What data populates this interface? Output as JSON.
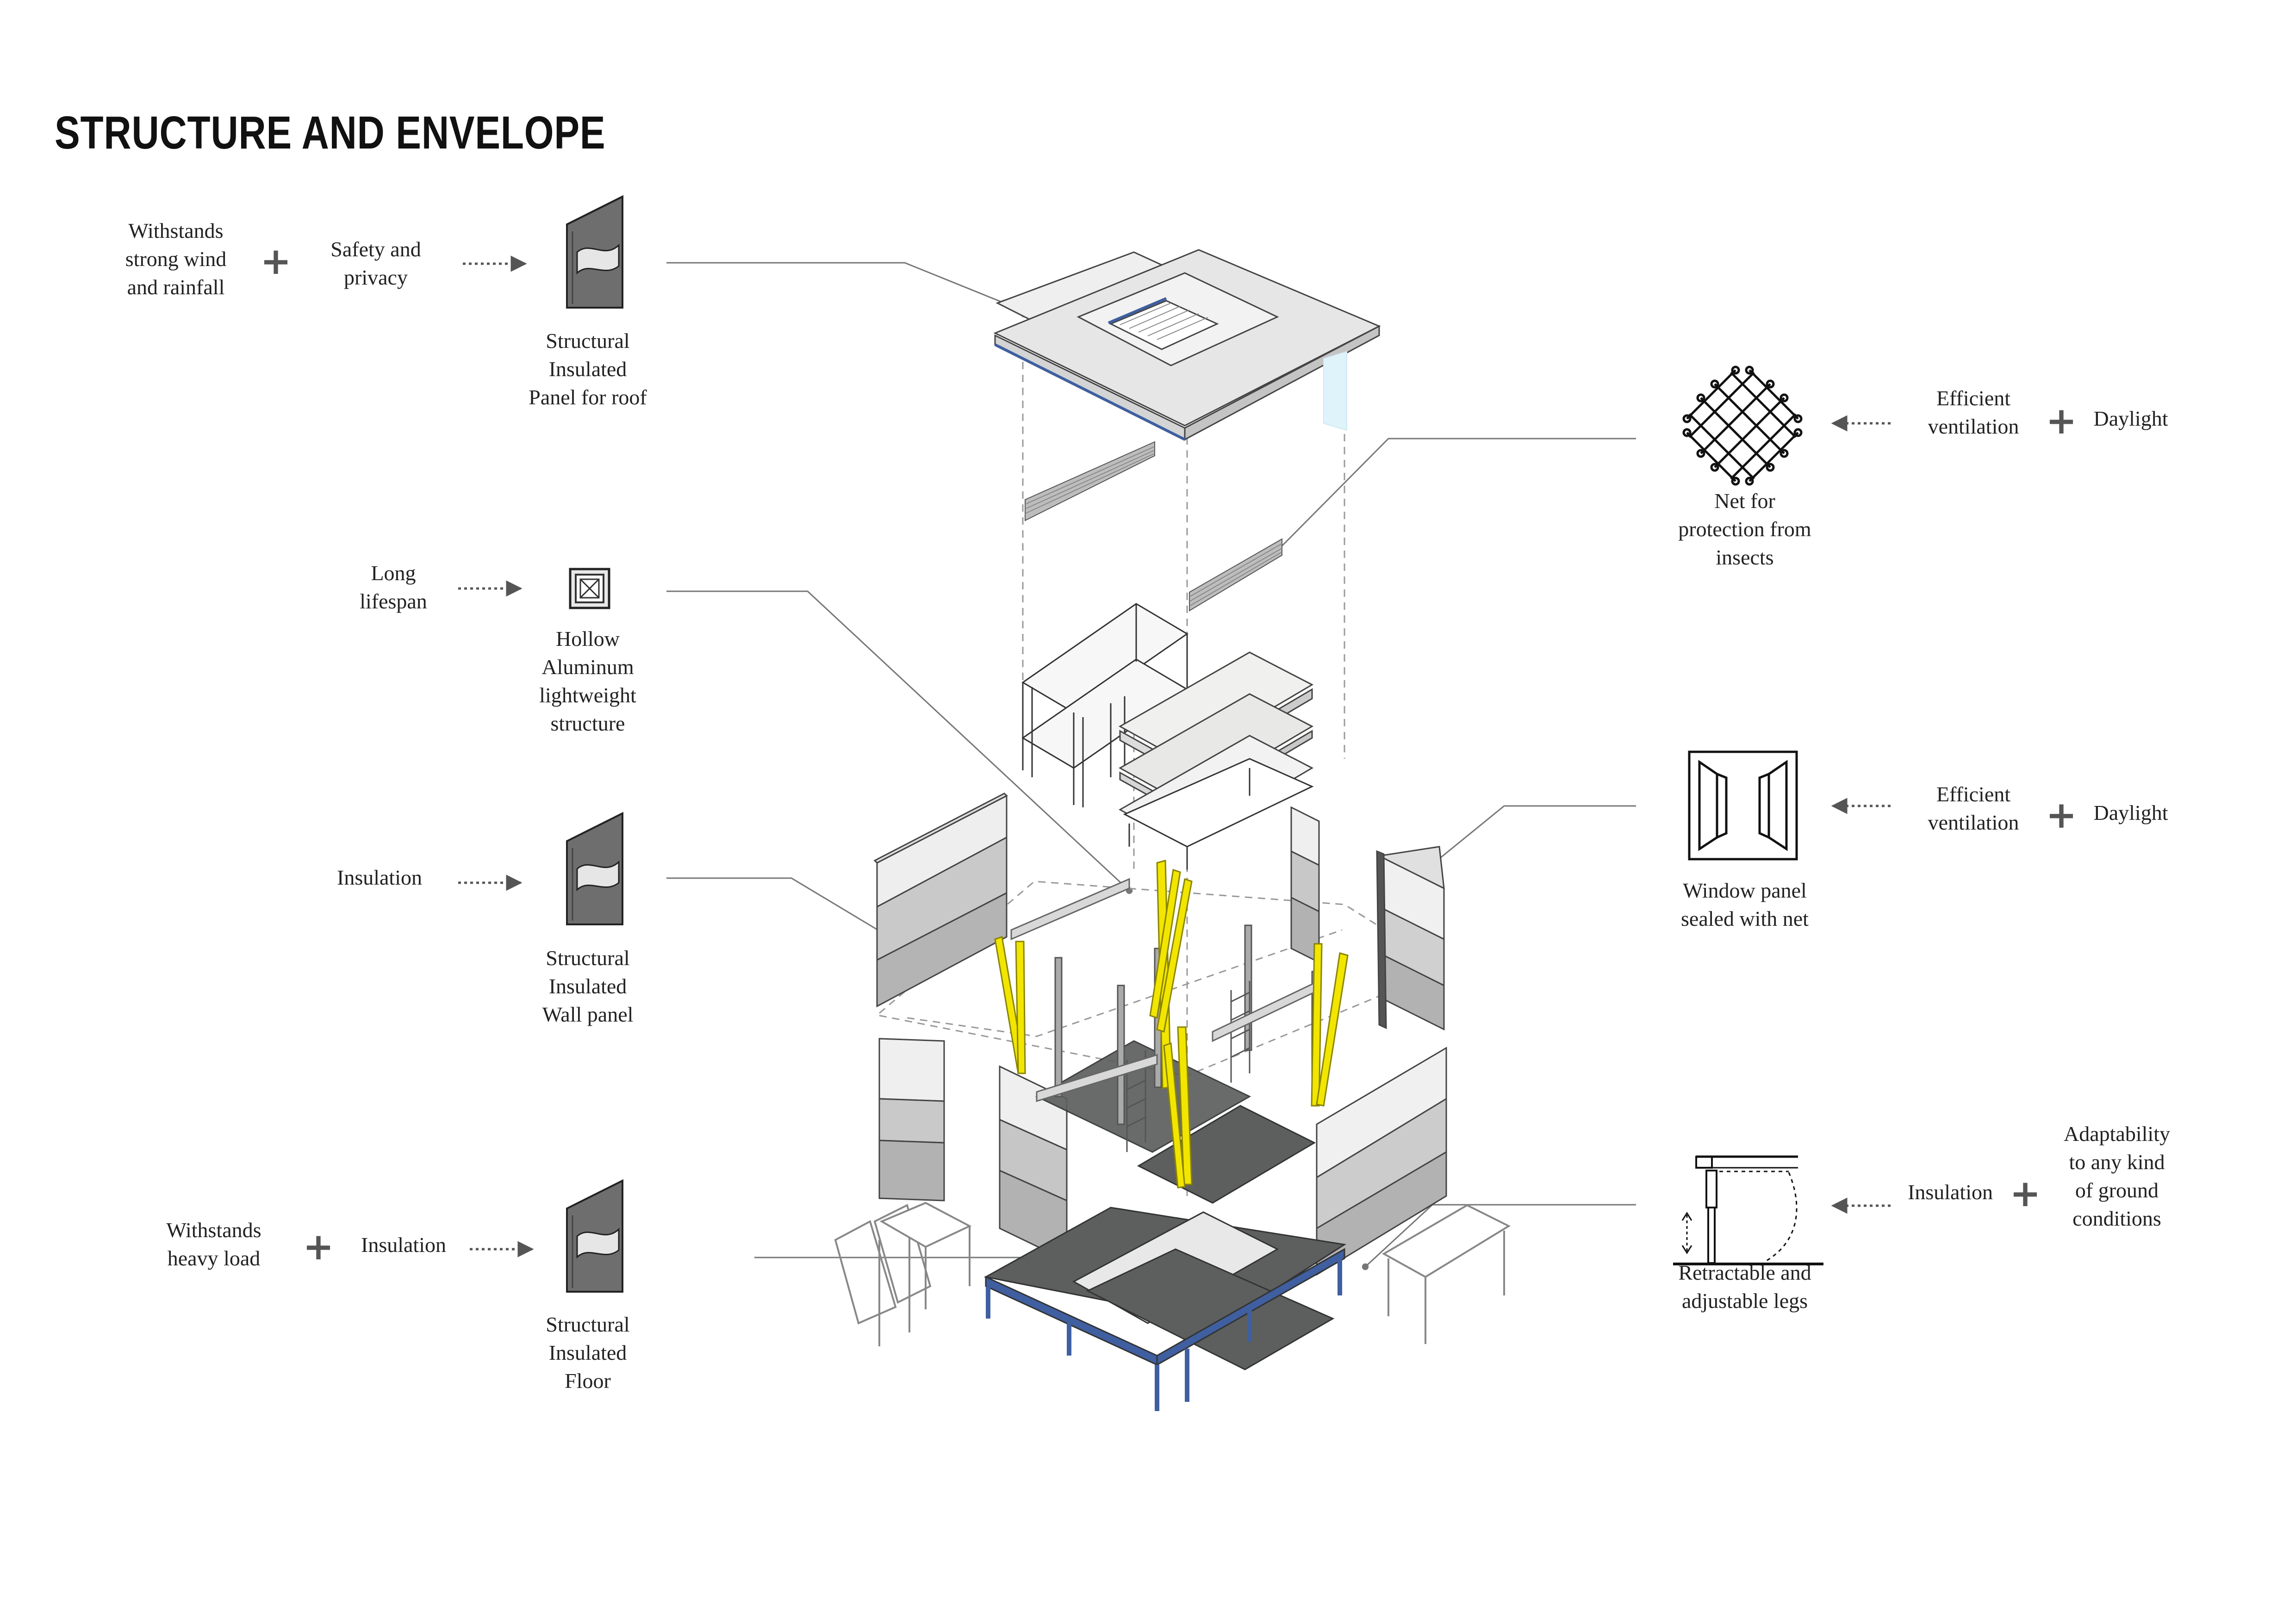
{
  "title": "STRUCTURE AND ENVELOPE",
  "left_rows": [
    {
      "name": "roof",
      "inputs": [
        [
          "Withstands",
          "strong wind",
          "and rainfall"
        ],
        [
          "Safety and",
          "privacy"
        ]
      ],
      "icon": "insulated-panel-icon",
      "component": [
        "Structural",
        "Insulated",
        "Panel for roof"
      ]
    },
    {
      "name": "frame",
      "inputs": [
        [
          "Long",
          "lifespan"
        ]
      ],
      "icon": "hollow-aluminum-profile-icon",
      "component": [
        "Hollow",
        "Aluminum",
        "lightweight",
        "structure"
      ]
    },
    {
      "name": "wall",
      "inputs": [
        [
          "Insulation"
        ]
      ],
      "icon": "insulated-panel-icon",
      "component": [
        "Structural",
        "Insulated",
        "Wall panel"
      ]
    },
    {
      "name": "floor",
      "inputs": [
        [
          "Withstands",
          "heavy load"
        ],
        [
          "Insulation"
        ]
      ],
      "icon": "insulated-panel-icon",
      "component": [
        "Structural",
        "Insulated",
        "Floor"
      ]
    }
  ],
  "right_rows": [
    {
      "name": "net",
      "icon": "mesh-net-icon",
      "component": [
        "Net for",
        "protection from",
        "insects"
      ],
      "inputs": [
        [
          "Efficient",
          "ventilation"
        ],
        [
          "Daylight"
        ]
      ]
    },
    {
      "name": "window",
      "icon": "window-panel-icon",
      "component": [
        "Window panel",
        "sealed with net"
      ],
      "inputs": [
        [
          "Efficient",
          "ventilation"
        ],
        [
          "Daylight"
        ]
      ]
    },
    {
      "name": "legs",
      "icon": "retractable-leg-icon",
      "component": [
        "Retractable and",
        "adjustable legs"
      ],
      "inputs": [
        [
          "Insulation"
        ],
        [
          "Adaptability",
          "to any kind",
          "of ground",
          "conditions"
        ]
      ]
    }
  ],
  "plus_sign": "+",
  "colors": {
    "structure_yellow": "#f2e600",
    "floor_dark": "#5d5f5f",
    "floor_frame_blue": "#3f5fa0",
    "panel_gray": "#b4b4b4",
    "panel_light": "#ececec",
    "leader_line": "#777777",
    "glass_tint": "#dff3fa"
  }
}
